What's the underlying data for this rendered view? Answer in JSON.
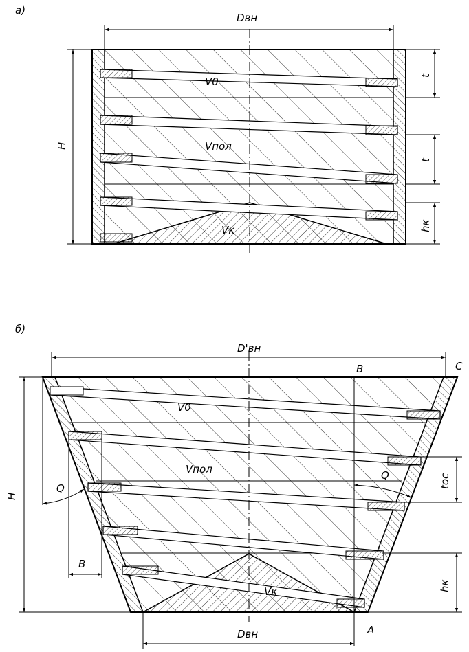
{
  "diagram_a": {
    "caption": "а)",
    "diameter_label": "Dвн",
    "height_label": "H",
    "step_label_top": "t",
    "step_label_mid": "t",
    "cone_height_label": "hк",
    "volume_top": "V0",
    "volume_mid": "Vпол",
    "volume_cone": "Vк"
  },
  "diagram_b": {
    "caption": "б)",
    "top_diameter_label": "D'вн",
    "bottom_diameter_label": "Dвн",
    "height_label": "H",
    "angle_left": "Q",
    "angle_right": "Q",
    "width_label": "B",
    "point_b": "B",
    "point_c": "C",
    "point_a": "A",
    "step_label": "tос",
    "cone_height_label": "hк",
    "volume_top": "V0",
    "volume_mid": "Vпол",
    "volume_cone": "Vк"
  }
}
